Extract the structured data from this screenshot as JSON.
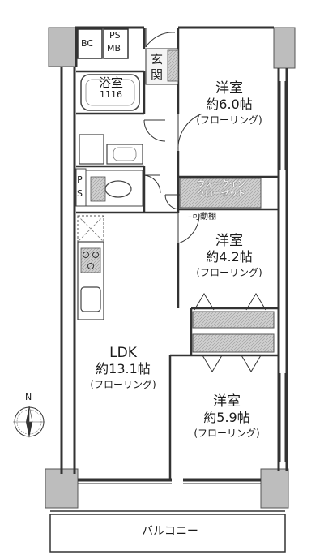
{
  "rooms": {
    "western1": {
      "name": "洋室",
      "size": "約6.0帖",
      "floor": "(フローリング)"
    },
    "western2": {
      "name": "洋室",
      "size": "約4.2帖",
      "floor": "(フローリング)"
    },
    "western3": {
      "name": "洋室",
      "size": "約5.9帖",
      "floor": "(フローリング)"
    },
    "ldk": {
      "name": "LDK",
      "size": "約13.1帖",
      "floor": "(フローリング)"
    },
    "bath": {
      "name": "浴室",
      "size": "1116"
    },
    "entrance": {
      "name_top": "玄",
      "name_bottom": "関"
    },
    "walkin": {
      "line1": "ウォークイン",
      "line2": "クローゼット"
    },
    "bc": "BC",
    "ps_top": "PS",
    "mb": "MB",
    "ps_side_top": "P",
    "ps_side_bottom": "S",
    "movable_shelf": "可動棚",
    "balcony": "バルコニー"
  },
  "compass": {
    "label": "N"
  }
}
